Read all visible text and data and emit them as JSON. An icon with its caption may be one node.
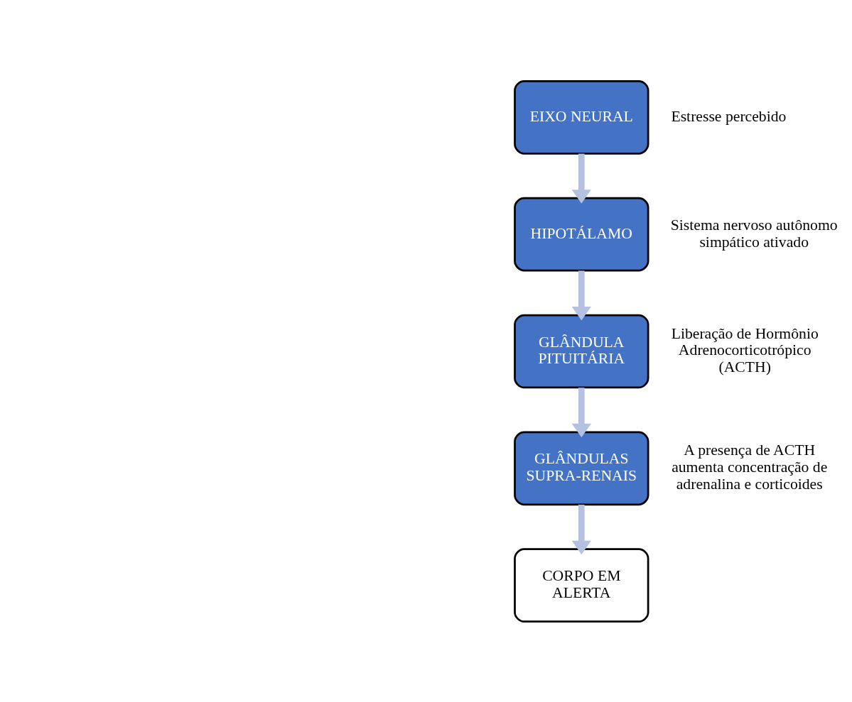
{
  "diagram": {
    "nodes": [
      {
        "text": [
          "EIXO NEURAL"
        ],
        "beside": [
          "Estresse percebido"
        ]
      },
      {
        "text": [
          "HIPOTÁLAMO"
        ],
        "beside": [
          "Sistema nervoso autônomo simpático ativado"
        ]
      },
      {
        "text": [
          "GLÂNDULA PITUITÁRIA"
        ],
        "beside": [
          "Liberação de Hormônio Adrenocorticotrópico (ACTH)"
        ]
      },
      {
        "text": [
          "GLÂNDULAS SUPRA-RENAIS"
        ],
        "beside": [
          "A presença de ACTH aumenta concentração de adrenalina e corticoides"
        ]
      },
      {
        "text": [
          "CORPO EM ALERTA"
        ]
      }
    ],
    "edges": [
      {
        "from": 0,
        "to": 1,
        "arrow": "to"
      },
      {
        "from": 1,
        "to": 2,
        "arrow": "to"
      },
      {
        "from": 2,
        "to": 3,
        "arrow": "to"
      },
      {
        "from": 3,
        "to": 4,
        "arrow": "to"
      }
    ]
  }
}
